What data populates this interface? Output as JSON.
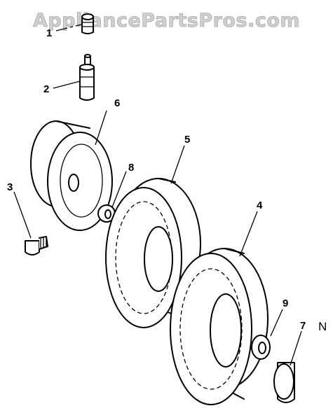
{
  "watermark": "AppliancePartsPros.com",
  "callouts": [
    "1",
    "2",
    "3",
    "4",
    "5",
    "6",
    "7",
    "8",
    "9"
  ],
  "corner_mark": "N"
}
